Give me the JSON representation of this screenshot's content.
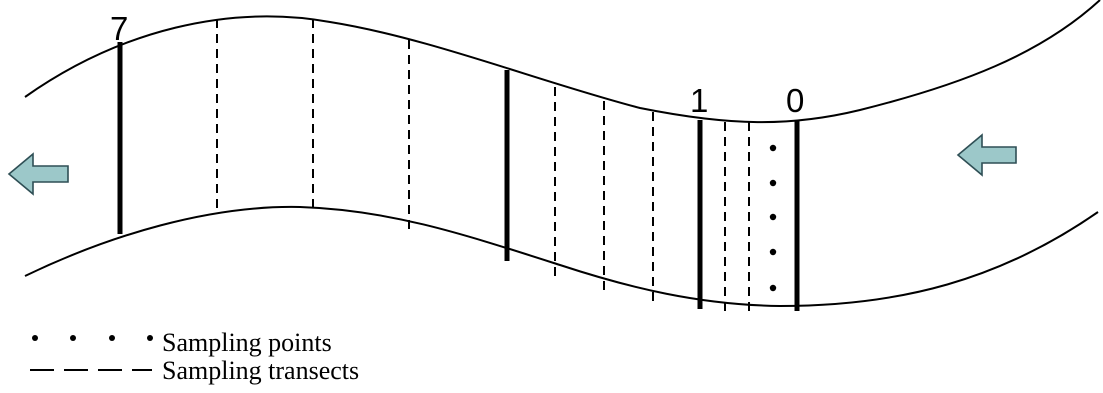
{
  "diagram": {
    "section_labels": {
      "left": "7",
      "middle": "1",
      "right": "0"
    },
    "legend": {
      "points_label": "Sampling points",
      "transects_label": "Sampling transects"
    },
    "icons": {
      "left_arrow": "flow-arrow-left-icon",
      "right_arrow": "flow-arrow-right-icon"
    },
    "colors": {
      "arrow_fill": "#9cc8c9",
      "arrow_stroke": "#2f4f55",
      "line": "#000000"
    }
  }
}
